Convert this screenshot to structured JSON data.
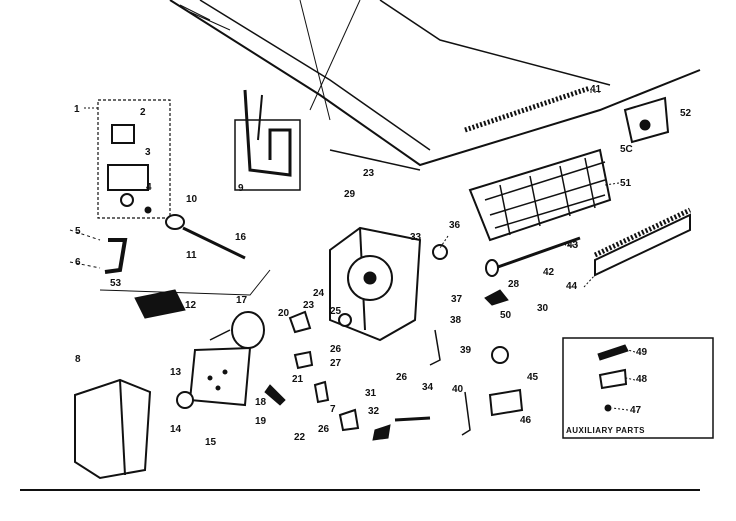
{
  "callouts": {
    "n1": "1",
    "n2": "2",
    "n3": "3",
    "n4": "4",
    "n5": "5",
    "n6": "6",
    "n8": "8",
    "n9": "9",
    "n10": "10",
    "n11": "11",
    "n12": "12",
    "n13": "13",
    "n14": "14",
    "n15": "15",
    "n16": "16",
    "n17": "17",
    "n18": "18",
    "n19": "19",
    "n20": "20",
    "n21": "21",
    "n22": "22",
    "n23a": "23",
    "n23b": "23",
    "n24": "24",
    "n25": "25",
    "n26a": "26",
    "n26b": "26",
    "n26c": "26",
    "n27": "27",
    "n28": "28",
    "n29": "29",
    "n30": "30",
    "n31": "31",
    "n32": "32",
    "n33": "33",
    "n34": "34",
    "n36": "36",
    "n37": "37",
    "n38": "38",
    "n39": "39",
    "n40": "40",
    "n41": "41",
    "n42": "42",
    "n43": "43",
    "n44": "44",
    "n45": "45",
    "n46": "46",
    "n47": "47",
    "n48": "48",
    "n49": "49",
    "n50": "50",
    "n51": "51",
    "n52": "52",
    "n53": "53",
    "n5c": "5C",
    "n7": "7"
  },
  "auxiliary_box": {
    "title": "AUXILIARY PARTS"
  }
}
